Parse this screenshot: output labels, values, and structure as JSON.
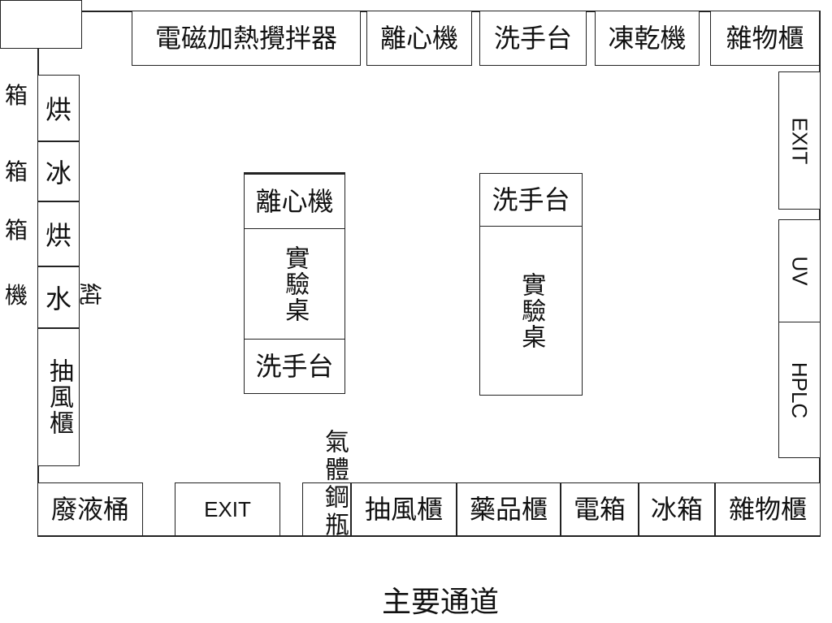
{
  "top_row": [
    "電磁加熱攪拌器",
    "離心機",
    "洗手台",
    "凍乾機",
    "雜物櫃"
  ],
  "right_col": [
    "EXIT",
    "UV",
    "HPLC"
  ],
  "left_col": [
    "烘",
    "冰",
    "烘",
    "水",
    "抽風櫃"
  ],
  "left_labels": [
    "箱",
    "箱",
    "箱",
    "機"
  ],
  "left_pure": "純",
  "bench_left": {
    "top": "離心機",
    "middle": "實驗桌",
    "bottom": "洗手台"
  },
  "bench_right": {
    "top": "洗手台",
    "middle": "實驗桌"
  },
  "gas": "氣體鋼瓶",
  "bottom_row": [
    "廢液桶",
    "EXIT",
    "抽風櫃",
    "藥品櫃",
    "電箱",
    "冰箱",
    "雜物櫃"
  ],
  "corridor": "主要通道"
}
